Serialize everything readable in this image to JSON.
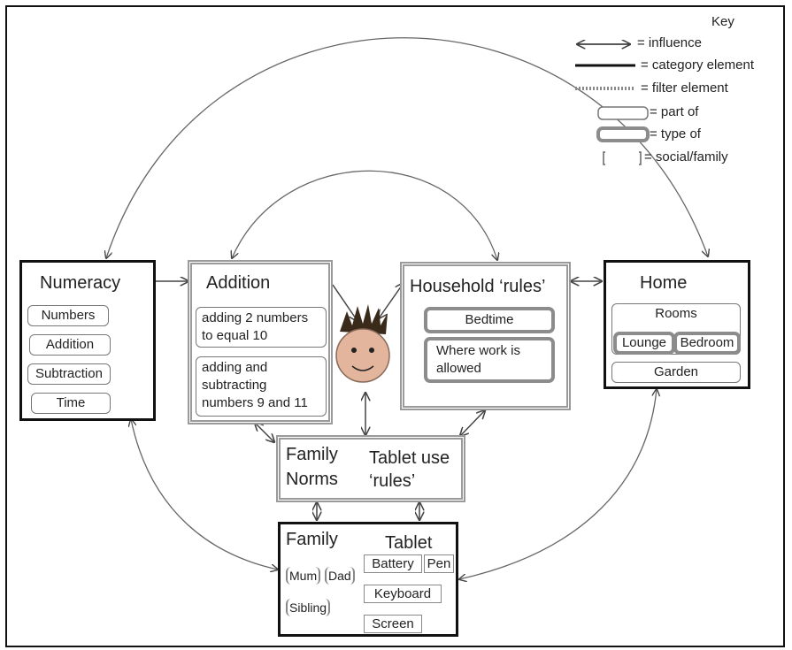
{
  "key": {
    "title": "Key",
    "influence": "= influence",
    "category": "= category element",
    "filter": "= filter element",
    "part": "= part of",
    "type": "= type of",
    "social": "= social/family"
  },
  "numeracy": {
    "title": "Numeracy",
    "items": [
      "Numbers",
      "Addition",
      "Subtraction",
      "Time"
    ]
  },
  "addition": {
    "title": "Addition",
    "items": [
      "adding 2 numbers to equal 10",
      "adding and subtracting numbers 9 and 11"
    ]
  },
  "household": {
    "title": "Household ‘rules’",
    "items": [
      "Bedtime",
      "Where work is allowed"
    ]
  },
  "home": {
    "title": "Home",
    "rooms": "Rooms",
    "lounge": "Lounge",
    "bedroom": "Bedroom",
    "garden": "Garden"
  },
  "norms": {
    "family_norms_1": "Family",
    "family_norms_2": "Norms",
    "tablet_rules_1": "Tablet use",
    "tablet_rules_2": "‘rules’"
  },
  "family_tablet": {
    "family_title": "Family",
    "mum": "Mum",
    "dad": "Dad",
    "sibling": "Sibling",
    "tablet_title": "Tablet",
    "battery": "Battery",
    "pen": "Pen",
    "keyboard": "Keyboard",
    "screen": "Screen"
  },
  "colors": {
    "face": "#e2b59c",
    "hair": "#3a2a1a",
    "filter_border": "#9a9a9a",
    "line": "#555555"
  }
}
